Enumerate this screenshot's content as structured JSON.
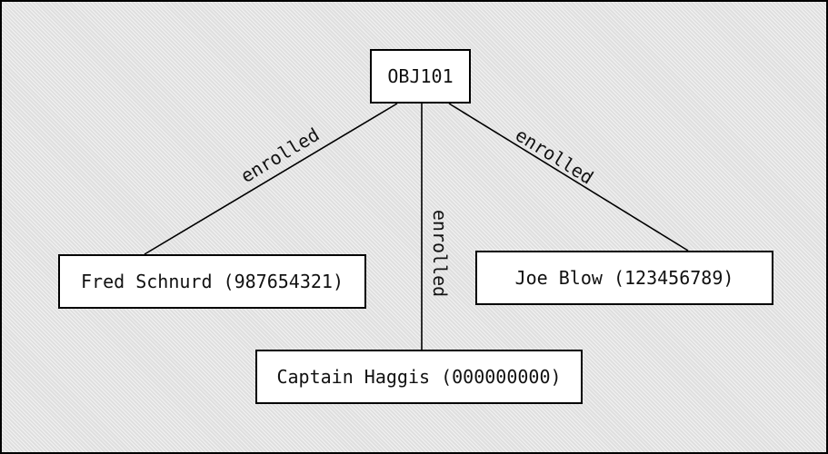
{
  "diagram": {
    "colors": {
      "background": "#e3e3e3",
      "node_fill": "#ffffff",
      "stroke": "#000000"
    },
    "nodes": [
      {
        "id": "obj101",
        "label": "OBJ101"
      },
      {
        "id": "fred",
        "label": "Fred Schnurd (987654321)"
      },
      {
        "id": "joe",
        "label": "Joe Blow (123456789)"
      },
      {
        "id": "haggis",
        "label": "Captain Haggis (000000000)"
      }
    ],
    "edges": [
      {
        "from": "obj101",
        "to": "fred",
        "label": "enrolled"
      },
      {
        "from": "obj101",
        "to": "haggis",
        "label": "enrolled"
      },
      {
        "from": "obj101",
        "to": "joe",
        "label": "enrolled"
      }
    ]
  }
}
